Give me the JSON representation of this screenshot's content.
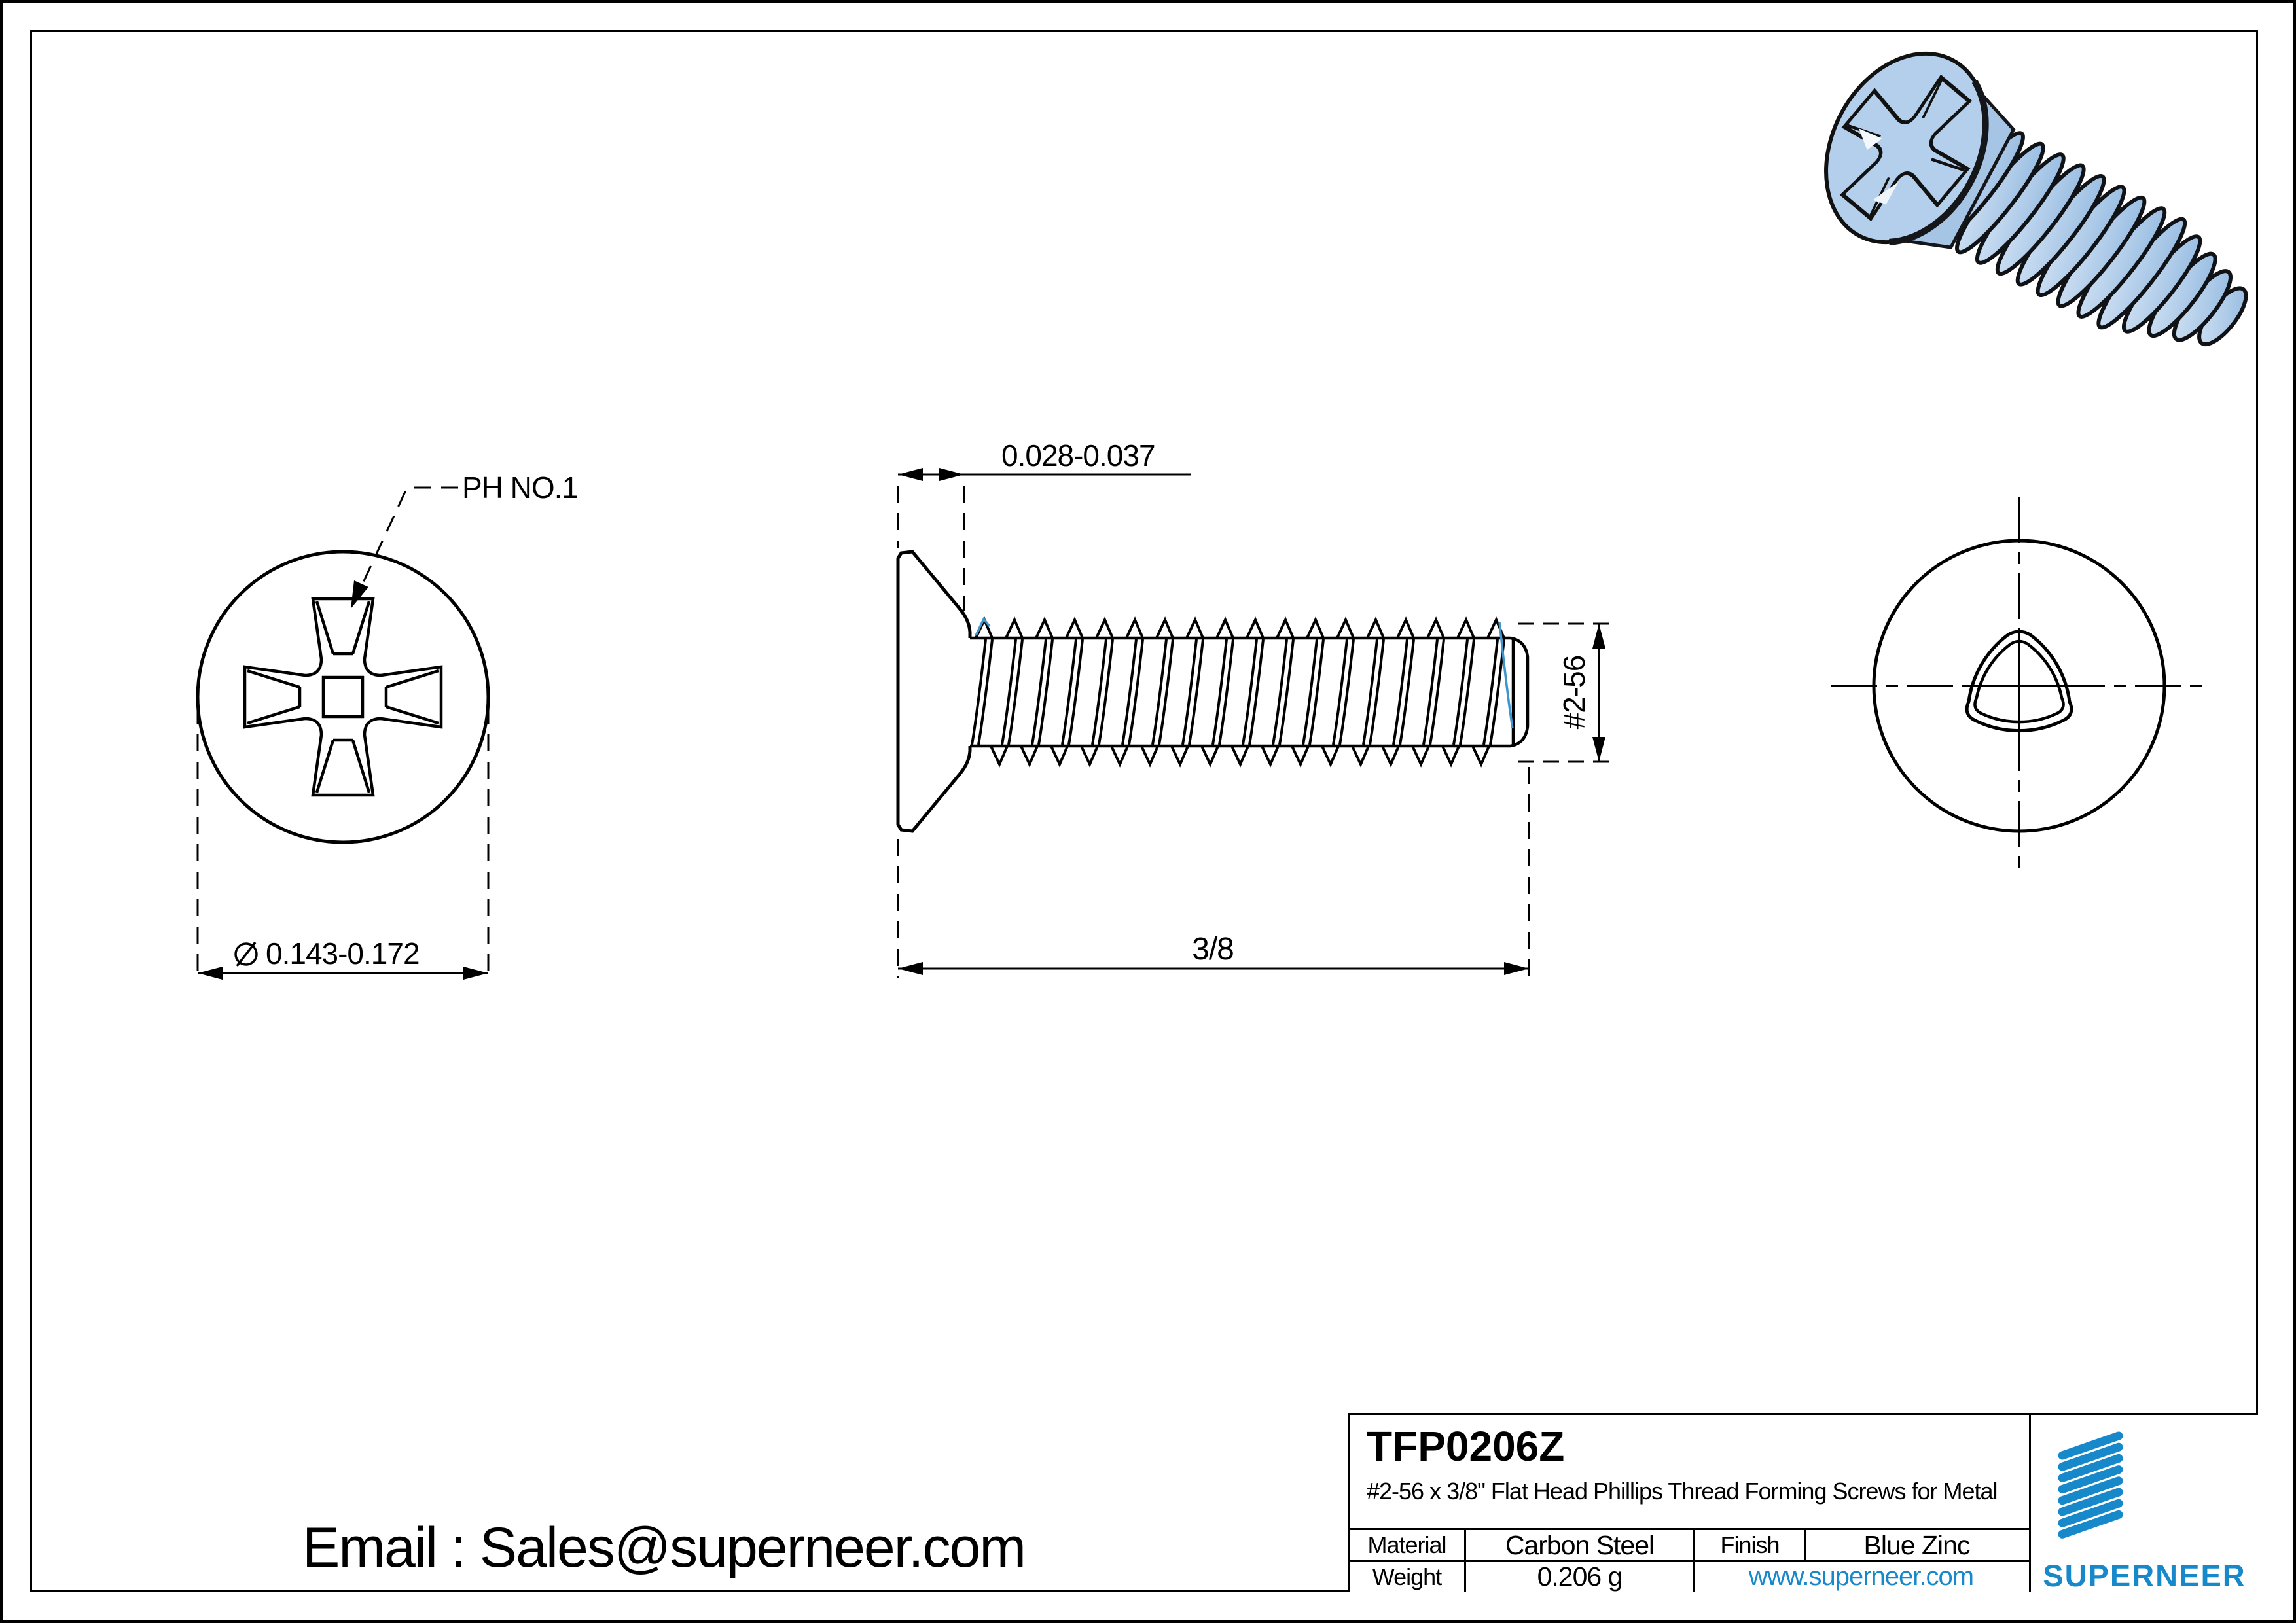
{
  "drawing": {
    "part_number": "TFP0206Z",
    "description": "#2-56 x 3/8\" Flat Head Phillips Thread Forming Screws for Metal",
    "material_label": "Material",
    "material_value": "Carbon Steel",
    "finish_label": "Finish",
    "finish_value": "Blue Zinc",
    "weight_label": "Weight",
    "weight_value": "0.206 g",
    "website": "www.superneer.com",
    "brand": "SUPERNEER",
    "email": "Email : Sales@superneer.com"
  },
  "dimensions": {
    "drive_label": "PH NO.1",
    "head_diameter": "0.143-0.172",
    "head_height": "0.028-0.037",
    "length": "3/8",
    "thread_size": "#2-56"
  },
  "colors": {
    "brand_blue": "#1789cb",
    "link_blue": "#1789cb",
    "screw_body_blue": "#aecbe8",
    "thread_accent_blue": "#3f96cf",
    "line_black": "#000000"
  }
}
